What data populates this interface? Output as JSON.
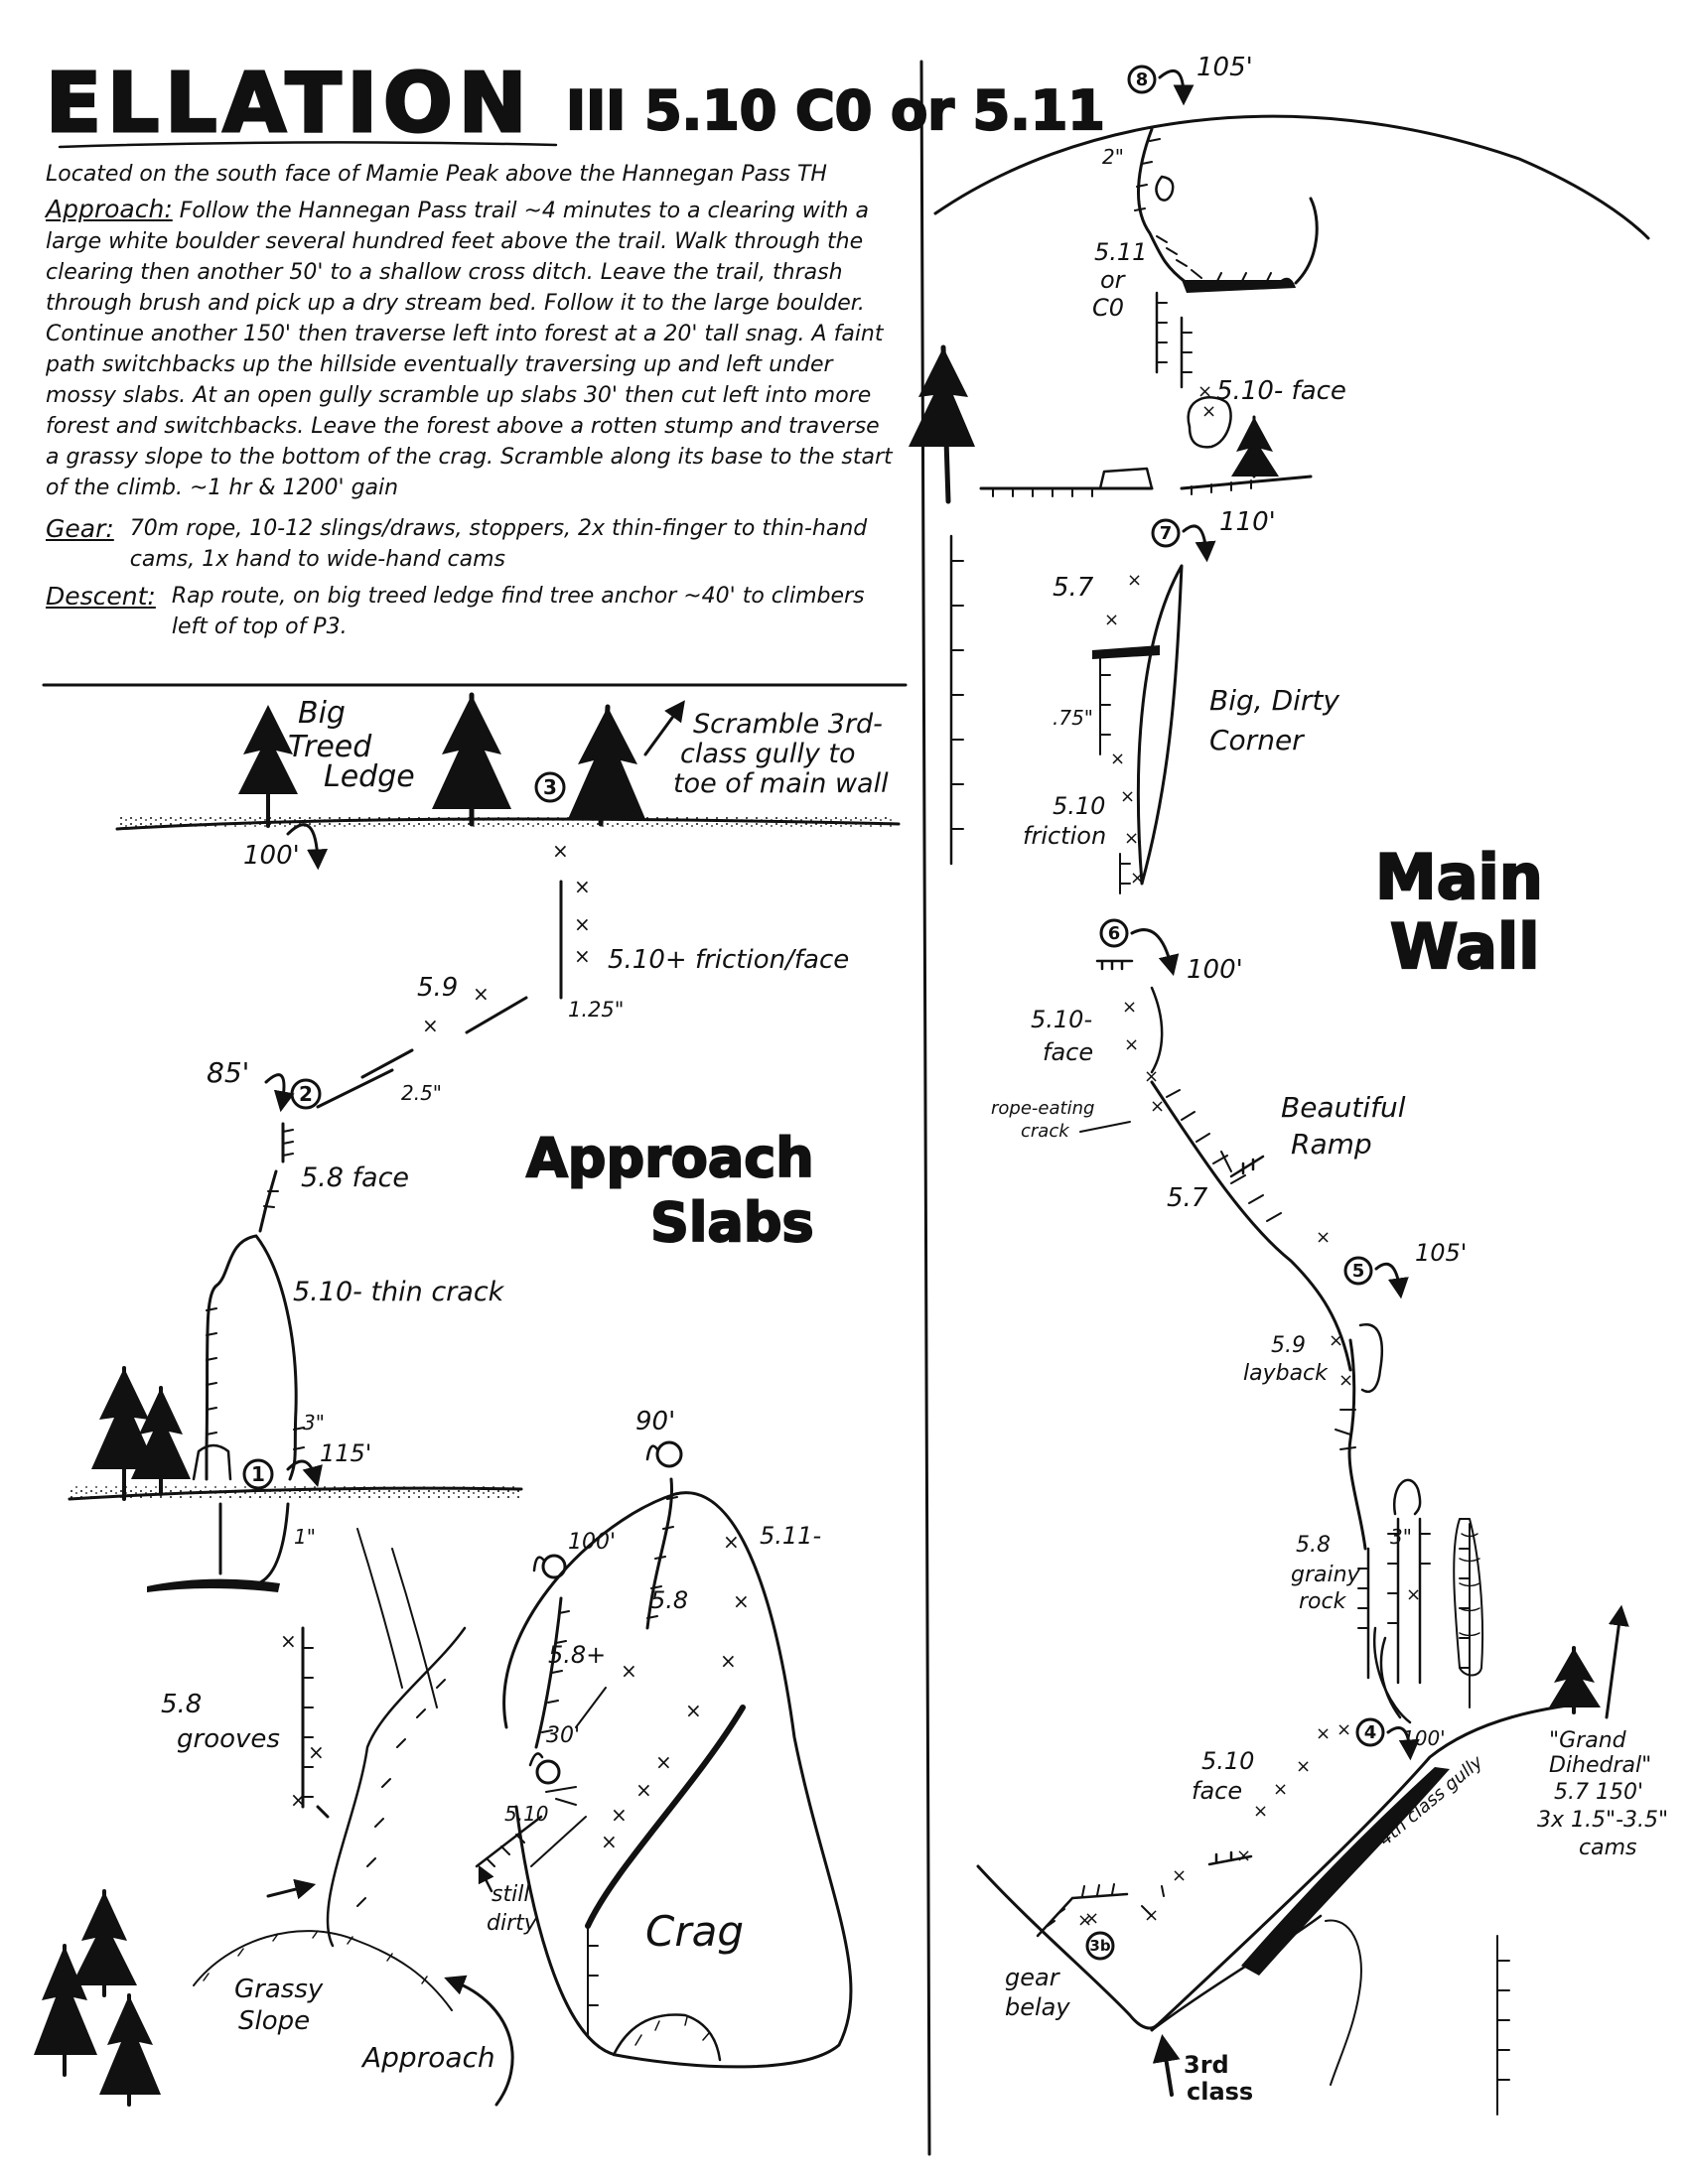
{
  "header": {
    "route_name": "ELLATION",
    "grade": "III 5.10 C0 or 5.11"
  },
  "info": {
    "location": "Located on the south face of Mamie Peak above the Hannegan Pass TH",
    "approach_label": "Approach:",
    "approach_text": "Follow the Hannegan Pass trail ~4 minutes to a clearing with a large white boulder several hundred feet above the trail. Walk through the clearing then another 50' to a shallow cross ditch. Leave the trail, thrash through brush and pick up a dry stream bed. Follow it to the large boulder. Continue another 150' then traverse left into forest at a 20' tall snag. A faint path switchbacks up the hillside eventually traversing up and left under mossy slabs. At an open gully scramble up slabs 30' then cut left into more forest and switchbacks. Leave the forest above a rotten stump and traverse a grassy slope to the bottom of the crag. Scramble along its base to the start of the climb. ~1 hr & 1200' gain",
    "gear_label": "Gear:",
    "gear_text": "70m rope, 10-12 slings/draws, stoppers, 2x thin-finger to thin-hand cams, 1x hand to wide-hand cams",
    "descent_label": "Descent:",
    "descent_text": "Rap route, on big treed ledge find tree anchor ~40' to climbers left of top of P3."
  },
  "sections": {
    "approach_slabs_line1": "Approach",
    "approach_slabs_line2": "Slabs",
    "main_wall_line1": "Main",
    "main_wall_line2": "Wall"
  },
  "left_labels": {
    "big_treed_ledge": [
      "Big",
      "Treed",
      "Ledge"
    ],
    "scramble_note": [
      "Scramble 3rd-",
      "class gully to",
      "toe of main wall"
    ],
    "rap_100": "100'",
    "belay_3": "3",
    "p3_grade": "5.10+ friction/face",
    "p3_size": "1.25\"",
    "p3_59": "5.9",
    "size_25": "2.5\"",
    "rap_85": "85'",
    "belay_2": "2",
    "p2_grade": "5.8 face",
    "p1_grade": "5.10- thin crack",
    "size_3": "3\"",
    "belay_1": "1",
    "rap_115": "115'",
    "size_1": "1\"",
    "grooves": [
      "5.8",
      "grooves"
    ],
    "rap_90": "90'",
    "grade_511": "5.11-",
    "rap_100b": "100'",
    "grade_58": "5.8",
    "grade_58plus": "5.8+",
    "rap_30": "30'",
    "grade_510": "5.10",
    "still_dirty": [
      "still",
      "dirty"
    ],
    "crag": "Crag",
    "grassy_slope": [
      "Grassy",
      "Slope"
    ],
    "approach": "Approach"
  },
  "right_labels": {
    "belay_8": "8",
    "rap_105_top": "105'",
    "size_2": "2\"",
    "p8_grade": [
      "5.11",
      "or",
      "C0"
    ],
    "p8_face": "5.10- face",
    "belay_7": "7",
    "rap_110": "110'",
    "grade_57": "5.7",
    "size_75": ".75\"",
    "big_dirty_corner": [
      "Big, Dirty",
      "Corner"
    ],
    "friction": [
      "5.10",
      "friction"
    ],
    "belay_6": "6",
    "rap_100": "100'",
    "face_510": [
      "5.10-",
      "face"
    ],
    "rope_eating": [
      "rope-eating",
      "crack"
    ],
    "beautiful_ramp": [
      "Beautiful",
      "Ramp"
    ],
    "ramp_57": "5.7",
    "belay_5": "5",
    "rap_105": "105'",
    "layback": [
      "5.9",
      "layback"
    ],
    "size_3b": "3\"",
    "grainy": [
      "5.8",
      "grainy",
      "rock"
    ],
    "belay_4": "4",
    "rap_100c": "100'",
    "face_510b": [
      "5.10",
      "face"
    ],
    "gully_4th": "4th class gully",
    "grand_dihedral": [
      "\"Grand",
      "Dihedral\"",
      "5.7 150'",
      "3x 1.5\"-3.5\"",
      "cams"
    ],
    "belay_3b": "3b",
    "gear_belay": [
      "gear",
      "belay"
    ],
    "third_class": [
      "3rd",
      "class"
    ]
  }
}
